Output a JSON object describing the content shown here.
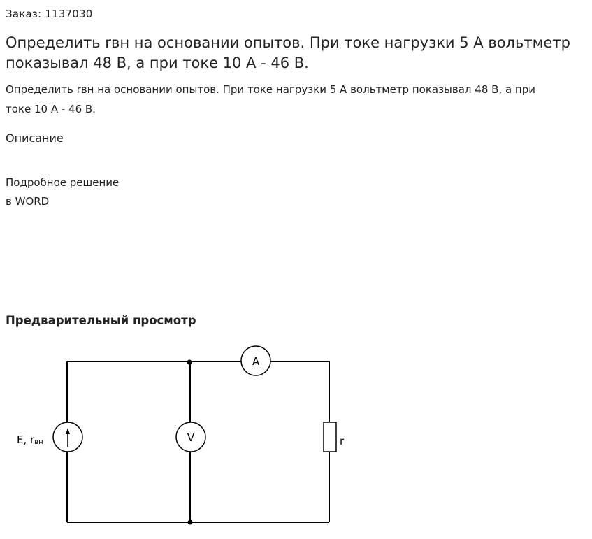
{
  "order": "Заказ: 1137030",
  "title": "Определить rвн на основании опытов. При токе нагрузки 5 А вольтметр показывал 48 В, а при токе 10 А - 46 В.",
  "description": "Определить rвн на основании опытов. При токе нагрузки 5 А вольтметр показывал 48 В, а при токе 10 А - 46 В.",
  "section_heading": "Описание",
  "solution_line1": "Подробное решение",
  "solution_line2": "в WORD",
  "preview_heading": "Предварительный просмотр",
  "diagram": {
    "source_label": "E, r",
    "source_subscript": "вн",
    "voltmeter_label": "V",
    "ammeter_label": "A",
    "resistor_label": "r"
  }
}
